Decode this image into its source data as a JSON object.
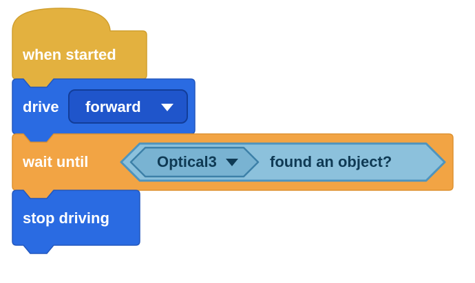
{
  "app": {
    "description": "Block-based robot coding workspace"
  },
  "palette": {
    "hat_fill": "#E3B13F",
    "hat_stroke": "#D09F2E",
    "blue_fill": "#2A6BE2",
    "blue_stroke": "#2257BE",
    "blue_dropdown_fill": "#1F55CB",
    "blue_dropdown_stroke": "#123D99",
    "orange_fill": "#F2A444",
    "orange_stroke": "#DE9230",
    "hex_fill": "#8CC1DC",
    "hex_stroke": "#4E94BE",
    "hex_dropdown_fill": "#79B3D2",
    "hex_dropdown_stroke": "#3D80A8",
    "dark_text": "#0F3A54",
    "light_text": "#FFFFFF"
  },
  "blocks": {
    "when_started": {
      "label": "when started"
    },
    "drive": {
      "label": "drive",
      "direction_dropdown": {
        "value": "forward"
      }
    },
    "wait_until": {
      "label": "wait until",
      "condition": {
        "device_dropdown": {
          "value": "Optical3"
        },
        "label": "found an object?"
      }
    },
    "stop_driving": {
      "label": "stop driving"
    }
  }
}
